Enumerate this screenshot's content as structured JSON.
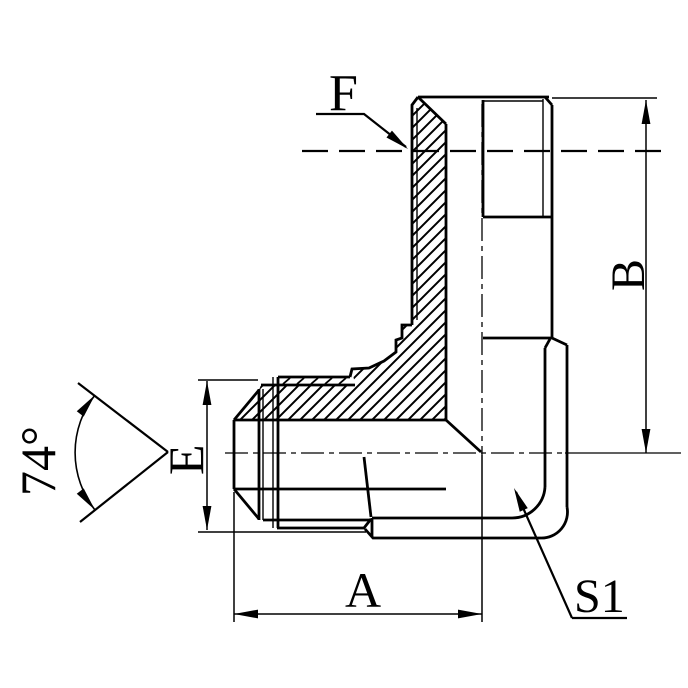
{
  "drawing": {
    "background_color": "#ffffff",
    "line_color": "#000000",
    "labels": {
      "thread_callout": "F",
      "height_dimension": "B",
      "flare_dimension": "E",
      "length_dimension": "A",
      "hex_callout": "S1",
      "cone_angle": "74°"
    }
  }
}
